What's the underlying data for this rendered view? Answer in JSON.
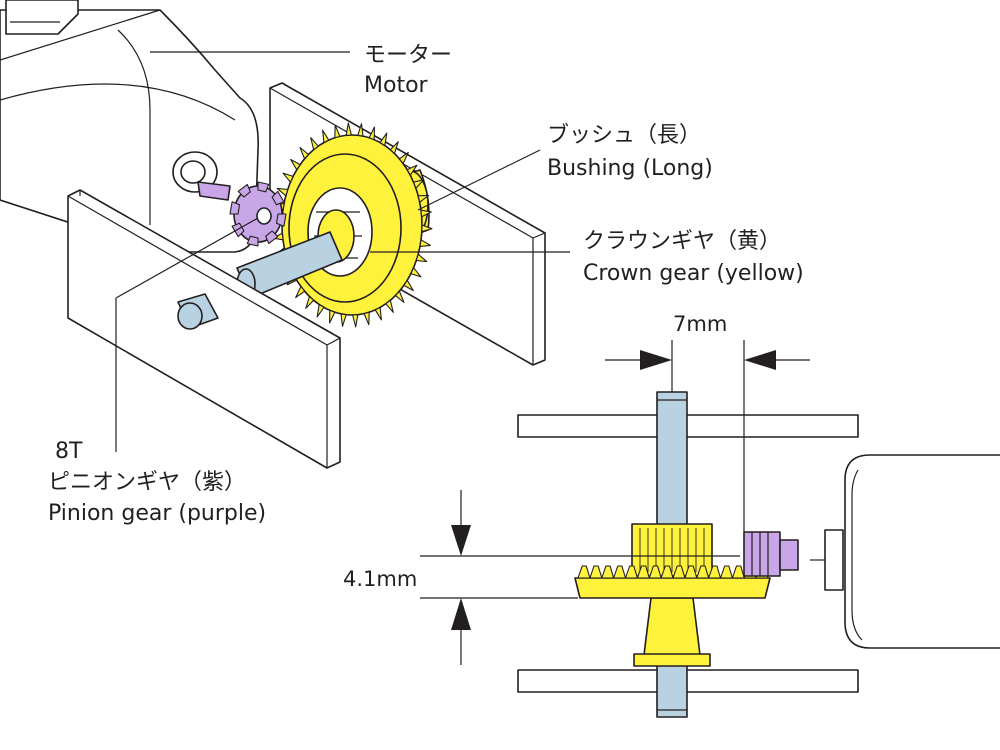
{
  "labels": {
    "motor_jp": "モーター",
    "motor_en": "Motor",
    "bushing_jp": "ブッシュ（長）",
    "bushing_en": "Bushing (Long)",
    "crown_jp": "クラウンギヤ（黄）",
    "crown_en": "Crown gear (yellow)",
    "pinion_teeth": "8T",
    "pinion_jp": "ピニオンギヤ（紫）",
    "pinion_en": "Pinion gear (purple)"
  },
  "dimensions": {
    "gap": "7mm",
    "height": "4.1mm"
  },
  "colors": {
    "crown_gear": "#fff23c",
    "pinion_gear": "#c9a6e8",
    "shaft": "#b9d2e2",
    "outline": "#231f20",
    "plate": "#ffffff"
  }
}
